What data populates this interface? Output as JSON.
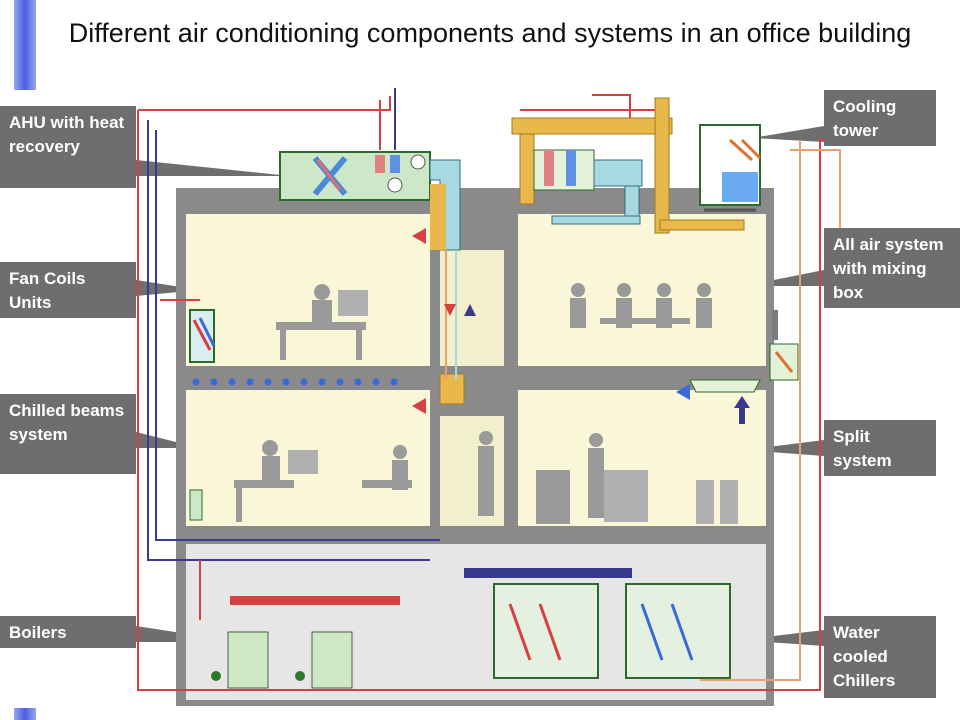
{
  "title": "Different air conditioning components and systems in an office building",
  "labels": {
    "ahu": "AHU with heat recovery",
    "fan_coils": "Fan Coils Units",
    "chilled_beams": "Chilled beams system",
    "boilers": "Boilers",
    "cooling_tower": "Cooling tower",
    "all_air": "All air system with mixing box",
    "split": "Split system",
    "chillers": "Water cooled Chillers"
  },
  "colors": {
    "callout": "#6e6e6e",
    "supply_pipe": "#d64040",
    "return_pipe": "#3a3a8c",
    "duct": "#e8b84a",
    "duct_cool": "#a8d8e0",
    "room": "#faf6d8",
    "building": "#8a8a8a",
    "basement": "#e6e6e6"
  }
}
